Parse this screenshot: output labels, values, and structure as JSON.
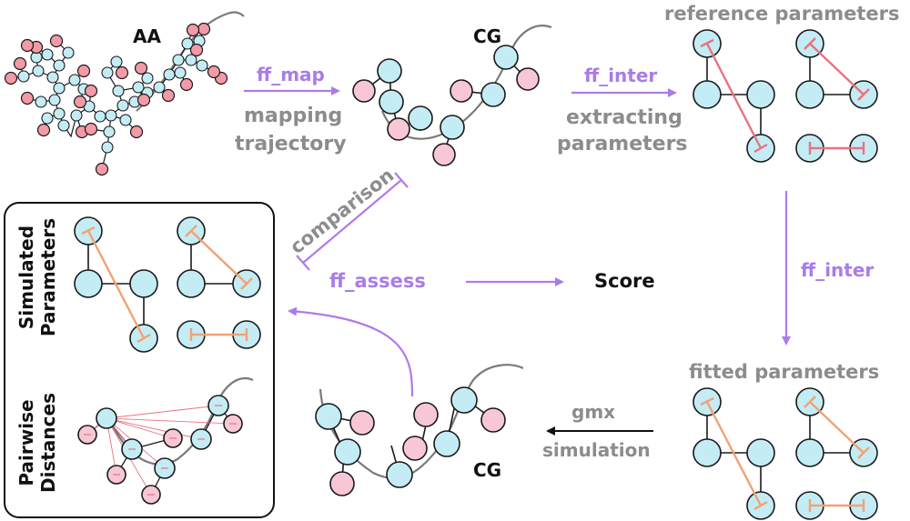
{
  "labels": {
    "aa": "AA",
    "cg_top": "CG",
    "cg_bottom": "CG",
    "reference_parameters": "reference parameters",
    "fitted_parameters": "fitted parameters",
    "ff_map": "ff_map",
    "mapping": "mapping",
    "trajectory": "trajectory",
    "ff_inter_top": "ff_inter",
    "extracting": "extracting",
    "parameters": "parameters",
    "ff_inter_right": "ff_inter",
    "gmx": "gmx",
    "simulation": "simulation",
    "comparison": "comparison",
    "ff_assess": "ff_assess",
    "score": "Score",
    "simulated": "Simulated",
    "parameters_side": "Parameters",
    "pairwise": "Pairwise",
    "distances": "Distances"
  },
  "colors": {
    "accent_purple": "#a97ce8",
    "label_gray": "#8c8c8c",
    "bead_blue": "#c4ecf5",
    "bead_pink": "#f7c7d6",
    "atom_red": "#f29aa6",
    "reference_red": "#e8737f",
    "fitted_orange": "#f2a274"
  }
}
